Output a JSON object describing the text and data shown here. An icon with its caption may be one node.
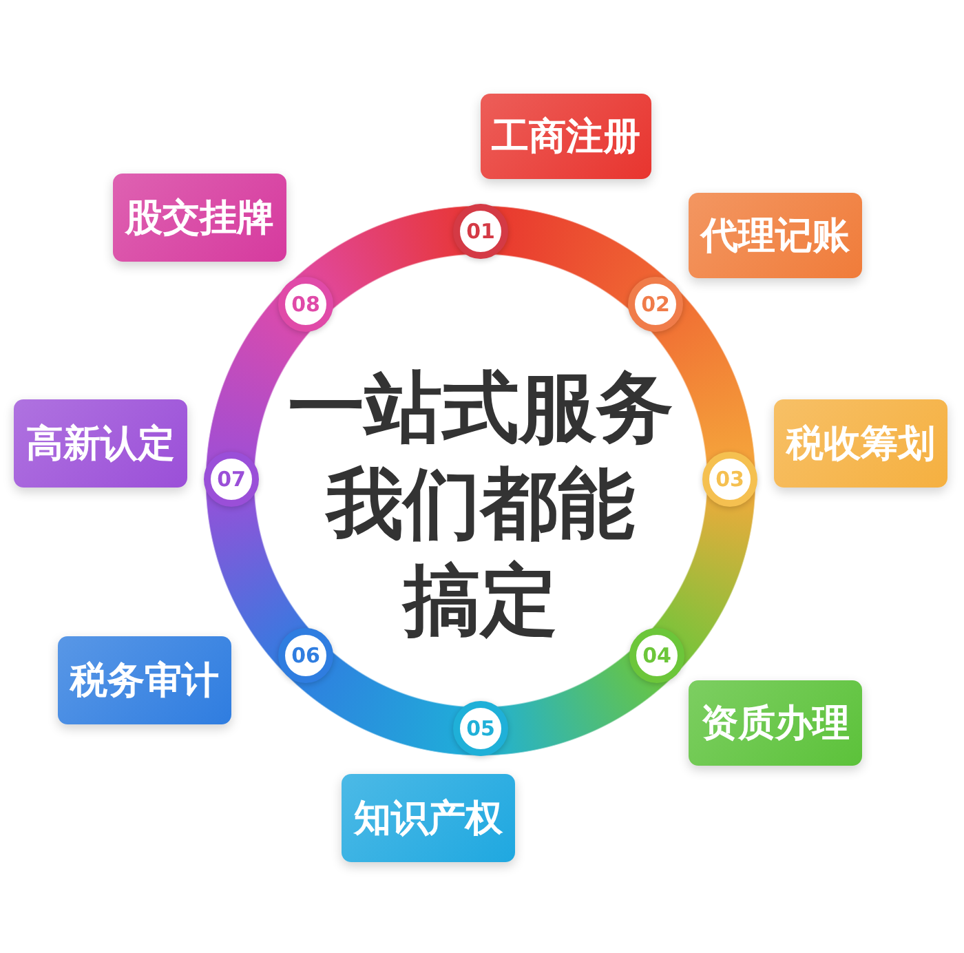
{
  "diagram": {
    "title": "一站式服务我们都能搞定",
    "nodes": [
      {
        "text": [
          "工商注册"
        ]
      },
      {
        "text": [
          "代理记账"
        ]
      },
      {
        "text": [
          "税收筹划"
        ]
      },
      {
        "text": [
          "资质办理"
        ]
      },
      {
        "text": [
          "知识产权"
        ]
      },
      {
        "text": [
          "税务审计"
        ]
      },
      {
        "text": [
          "高新认定"
        ]
      },
      {
        "text": [
          "股交挂牌"
        ]
      },
      {
        "text": [
          "01"
        ]
      },
      {
        "text": [
          "02"
        ]
      },
      {
        "text": [
          "03"
        ]
      },
      {
        "text": [
          "04"
        ]
      },
      {
        "text": [
          "05"
        ]
      },
      {
        "text": [
          "06"
        ]
      },
      {
        "text": [
          "07"
        ]
      },
      {
        "text": [
          "08"
        ]
      }
    ]
  }
}
